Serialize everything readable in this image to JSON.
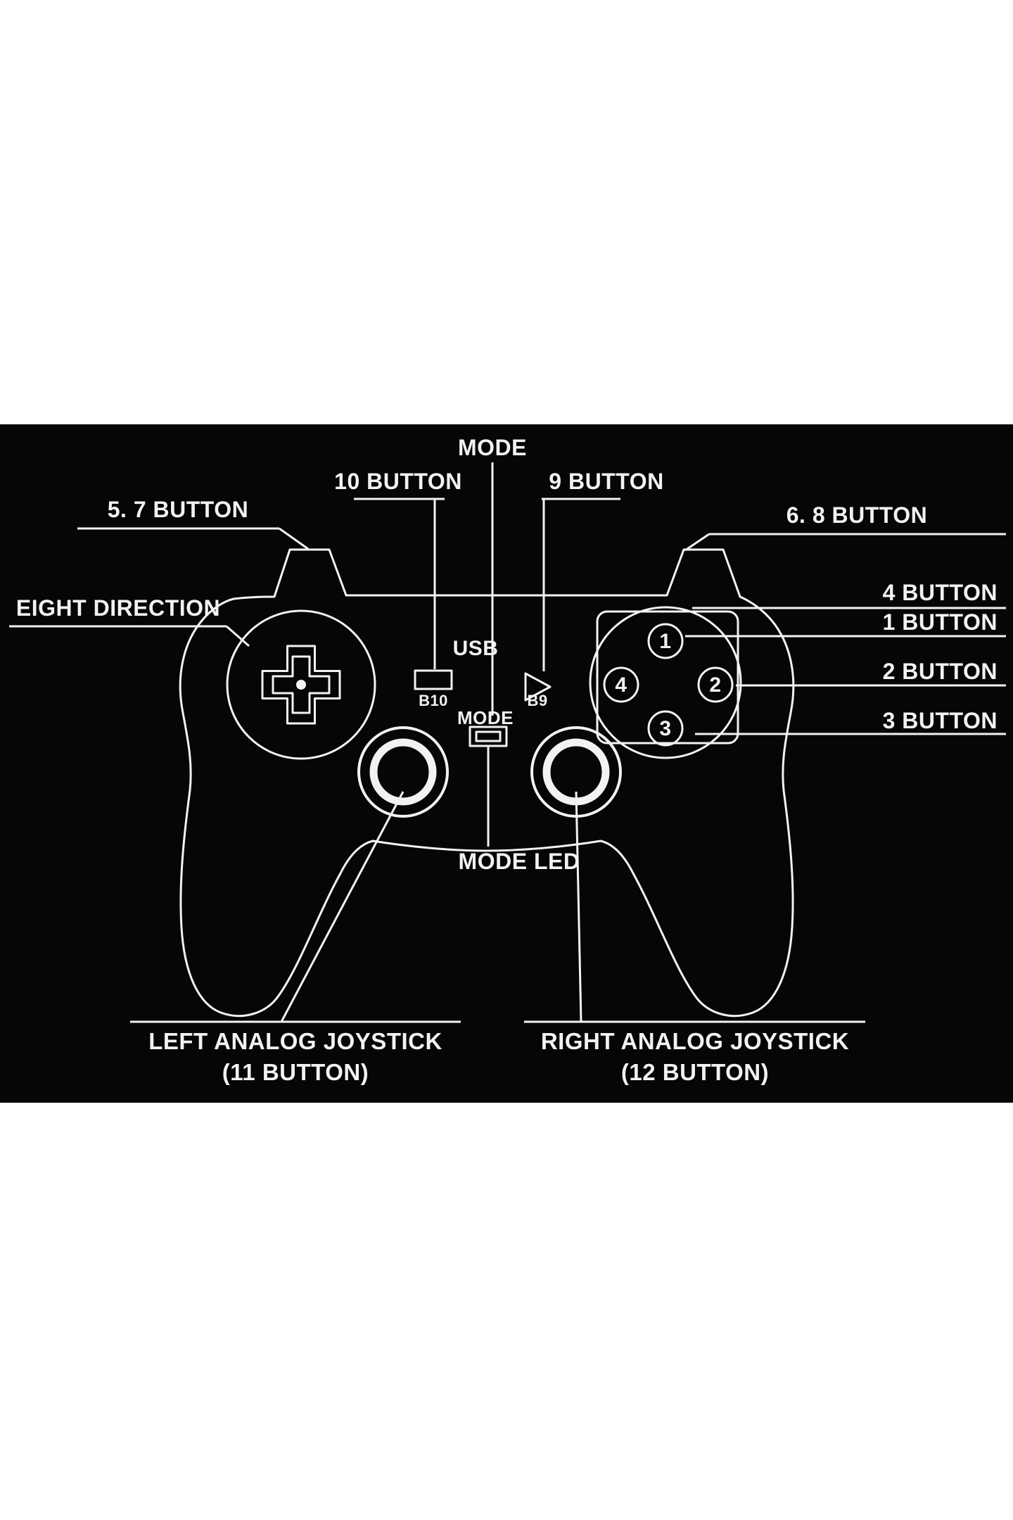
{
  "labels": {
    "mode_top": "MODE",
    "button10": "10 BUTTON",
    "button9": "9 BUTTON",
    "button57": "5.  7 BUTTON",
    "button68": "6.  8 BUTTON",
    "eight_direction": "EIGHT DIRECTION",
    "button4": "4 BUTTON",
    "button1": "1 BUTTON",
    "button2": "2 BUTTON",
    "button3": "3 BUTTON",
    "usb": "USB",
    "b10": "B10",
    "b9": "B9",
    "mode_small": "MODE",
    "mode_led": "MODE LED",
    "left_stick_line1": "LEFT ANALOG JOYSTICK",
    "left_stick_line2": "(11 BUTTON)",
    "right_stick_line1": "RIGHT ANALOG JOYSTICK",
    "right_stick_line2": "(12 BUTTON)"
  },
  "face_buttons": {
    "north": "1",
    "east": "2",
    "south": "3",
    "west": "4"
  },
  "colors": {
    "page_background": "#ffffff",
    "panel_background": "#060606",
    "line": "#f2f2f2"
  }
}
